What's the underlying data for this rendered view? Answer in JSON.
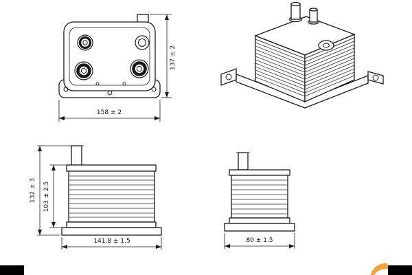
{
  "drawing": {
    "title": "oil-cooler-technical-drawing",
    "front": {
      "width_dim": "158 ± 2",
      "height_dim": "137 ± 2"
    },
    "side": {
      "overall_height_dim": "132 ± 3",
      "core_height_dim": "103 ± 2.5",
      "width_dim": "141.8 ± 1.5"
    },
    "end": {
      "width_dim": "80 ± 1.5"
    }
  },
  "colors": {
    "line": "#1a1a1a",
    "accent": "#f2a33c",
    "background": "#ffffff"
  }
}
